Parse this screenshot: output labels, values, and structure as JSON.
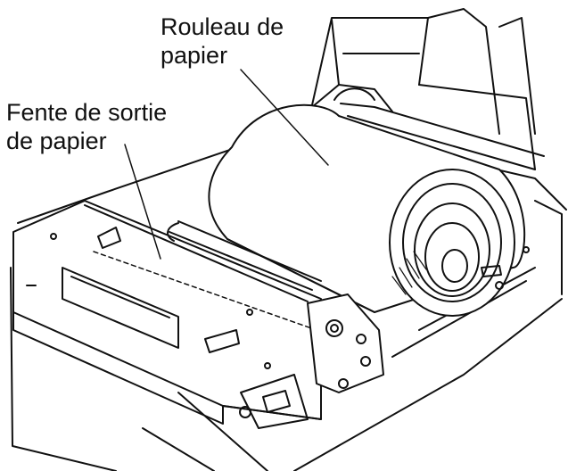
{
  "labels": {
    "roll_line1": "Rouleau de",
    "roll_line2": "papier",
    "slot_line1": "Fente de sortie",
    "slot_line2": "de papier"
  },
  "colors": {
    "line": "#111111",
    "paper": "#ffffff"
  }
}
